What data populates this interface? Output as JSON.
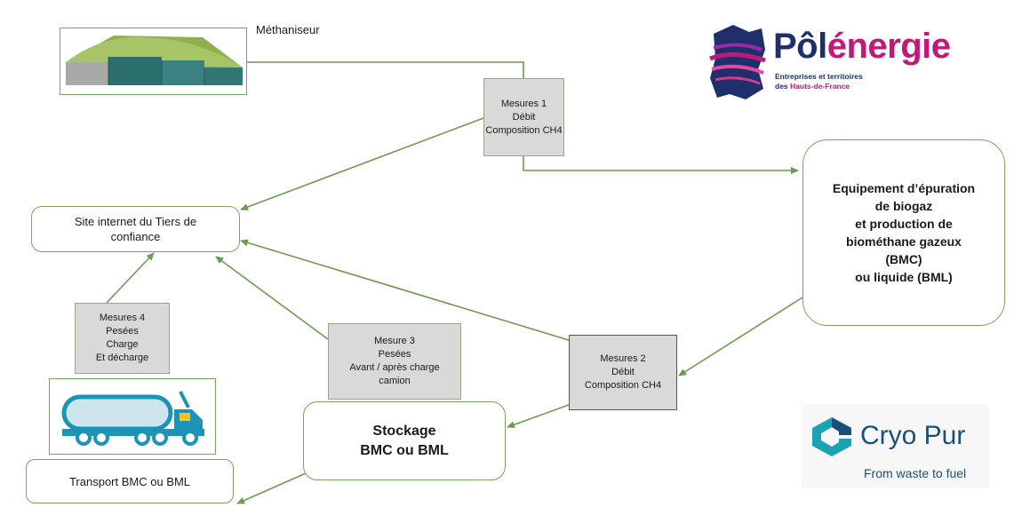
{
  "nodes": {
    "methaniseur": {
      "label": "Méthaniseur"
    },
    "tiers": {
      "lines": [
        "Site internet du  Tiers de",
        "confiance"
      ]
    },
    "epuration": {
      "lines": [
        "Equipement d’épuration",
        "de biogaz",
        "et production de",
        "biométhane gazeux",
        "(BMC)",
        "ou liquide (BML)"
      ]
    },
    "stockage": {
      "lines": [
        "Stockage",
        "BMC ou BML"
      ]
    },
    "transport": {
      "label": "Transport BMC ou BML"
    }
  },
  "measures": {
    "m1": {
      "lines": [
        "Mesures 1",
        "Débit",
        "Composition CH4"
      ]
    },
    "m2": {
      "lines": [
        "Mesures 2",
        "Débit",
        "Composition CH4"
      ]
    },
    "m3": {
      "lines": [
        "Mesure 3",
        "Pesées",
        "Avant / après charge",
        "camion"
      ]
    },
    "m4": {
      "lines": [
        "Mesures 4",
        "Pesées",
        "Charge",
        "Et décharge"
      ]
    }
  },
  "logos": {
    "polenergie": {
      "name_part1": "Pôl",
      "name_part2": "énergie",
      "sub_line1": "Entreprises et territoires",
      "sub_line2_prefix": "des ",
      "sub_line2_highlight": "Hauts-de-France"
    },
    "cryopur": {
      "name": "Cryo Pur",
      "tagline": "From waste to fuel"
    }
  },
  "colors": {
    "arrow": "#6e9a50",
    "box_border": "#7aa35c",
    "measure_fill": "#d9d9d9",
    "polenergie_navy": "#1f2f6b",
    "polenergie_magenta": "#c2187a",
    "cryopur_blue": "#1a4f7a",
    "cryopur_teal": "#1aa3b3"
  }
}
